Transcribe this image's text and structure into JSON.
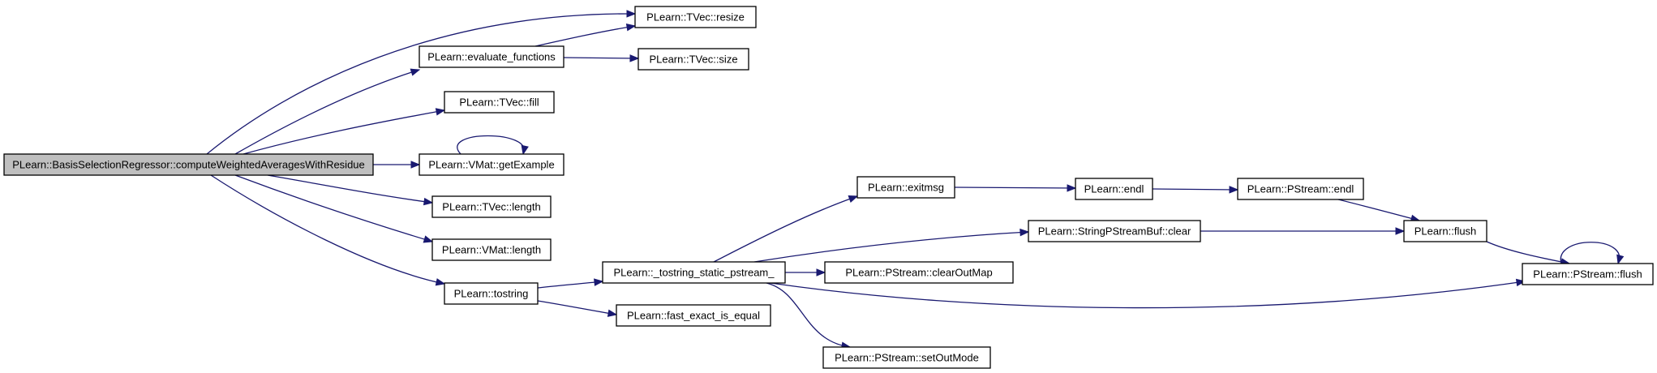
{
  "nodes": [
    {
      "id": "root",
      "label": "PLearn::BasisSelectionRegressor::computeWeightedAveragesWithResidue",
      "root": true
    },
    {
      "id": "tvec_resize",
      "label": "PLearn::TVec::resize"
    },
    {
      "id": "evaluate_functions",
      "label": "PLearn::evaluate_functions"
    },
    {
      "id": "tvec_size",
      "label": "PLearn::TVec::size"
    },
    {
      "id": "tvec_fill",
      "label": "PLearn::TVec::fill"
    },
    {
      "id": "vmat_getexample",
      "label": "PLearn::VMat::getExample"
    },
    {
      "id": "tvec_length",
      "label": "PLearn::TVec::length"
    },
    {
      "id": "vmat_length",
      "label": "PLearn::VMat::length"
    },
    {
      "id": "tostring",
      "label": "PLearn::tostring"
    },
    {
      "id": "tostring_static",
      "label": "PLearn::_tostring_static_pstream_"
    },
    {
      "id": "fast_exact",
      "label": "PLearn::fast_exact_is_equal"
    },
    {
      "id": "exitmsg",
      "label": "PLearn::exitmsg"
    },
    {
      "id": "endl",
      "label": "PLearn::endl"
    },
    {
      "id": "pstream_endl",
      "label": "PLearn::PStream::endl"
    },
    {
      "id": "spsb_clear",
      "label": "PLearn::StringPStreamBuf::clear"
    },
    {
      "id": "flush",
      "label": "PLearn::flush"
    },
    {
      "id": "pstream_flush",
      "label": "PLearn::PStream::flush"
    },
    {
      "id": "clearoutmap",
      "label": "PLearn::PStream::clearOutMap"
    },
    {
      "id": "setoutmode",
      "label": "PLearn::PStream::setOutMode"
    }
  ],
  "edges": [
    {
      "from": "root",
      "to": "tvec_resize"
    },
    {
      "from": "root",
      "to": "evaluate_functions"
    },
    {
      "from": "root",
      "to": "tvec_fill"
    },
    {
      "from": "root",
      "to": "vmat_getexample"
    },
    {
      "from": "root",
      "to": "tvec_length"
    },
    {
      "from": "root",
      "to": "vmat_length"
    },
    {
      "from": "root",
      "to": "tostring"
    },
    {
      "from": "evaluate_functions",
      "to": "tvec_resize"
    },
    {
      "from": "evaluate_functions",
      "to": "tvec_size"
    },
    {
      "from": "vmat_getexample",
      "to": "vmat_getexample"
    },
    {
      "from": "tostring",
      "to": "tostring_static"
    },
    {
      "from": "tostring",
      "to": "fast_exact"
    },
    {
      "from": "tostring_static",
      "to": "exitmsg"
    },
    {
      "from": "tostring_static",
      "to": "spsb_clear"
    },
    {
      "from": "tostring_static",
      "to": "clearoutmap"
    },
    {
      "from": "tostring_static",
      "to": "setoutmode"
    },
    {
      "from": "tostring_static",
      "to": "pstream_flush"
    },
    {
      "from": "exitmsg",
      "to": "endl"
    },
    {
      "from": "endl",
      "to": "pstream_endl"
    },
    {
      "from": "pstream_endl",
      "to": "flush"
    },
    {
      "from": "spsb_clear",
      "to": "flush"
    },
    {
      "from": "flush",
      "to": "pstream_flush"
    },
    {
      "from": "pstream_flush",
      "to": "pstream_flush"
    }
  ],
  "colors": {
    "edge": "#191970",
    "root_fill": "#bfbfbf",
    "node_fill": "#ffffff",
    "node_border": "#000000"
  }
}
